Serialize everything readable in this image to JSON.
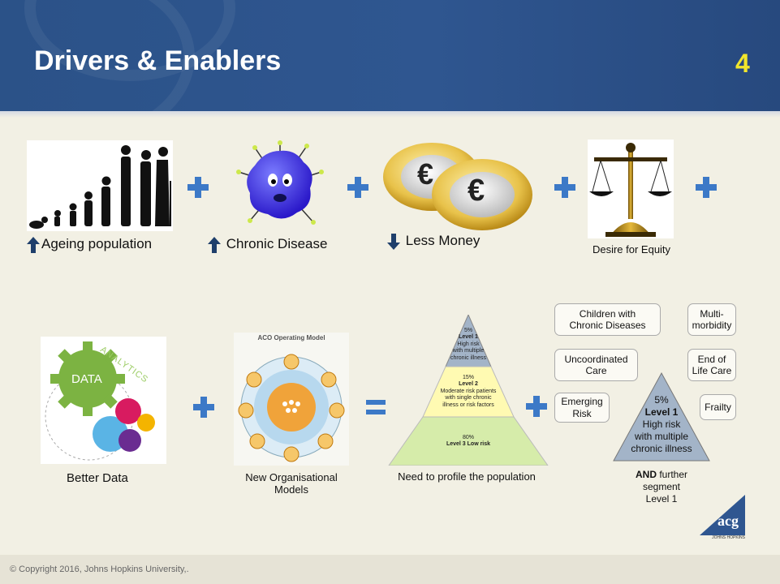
{
  "slide": {
    "title": "Drivers & Enablers",
    "number": "4",
    "copyright": "© Copyright 2016, Johns Hopkins University,."
  },
  "drivers": [
    {
      "label": "Ageing population",
      "arrow": "up"
    },
    {
      "label": "Chronic Disease",
      "arrow": "up"
    },
    {
      "label": "Less Money",
      "arrow": "down"
    },
    {
      "label": "Desire for Equity"
    }
  ],
  "coin_symbol": "€",
  "enablers": {
    "better_data": "Better Data",
    "data_gear": "DATA",
    "analytics": "ANALYTICS",
    "new_models_line1": "New Organisational",
    "new_models_line2": "Models",
    "aco_title": "ACO Operating Model",
    "profile": "Need to profile the population"
  },
  "pyramid": {
    "top": {
      "pct": "5%",
      "level": "Level 1",
      "desc1": "High risk",
      "desc2": "with multiple",
      "desc3": "chronic illness"
    },
    "middle": {
      "pct": "15%",
      "level": "Level 2",
      "desc1": "Moderate risk patients",
      "desc2": "with single chronic",
      "desc3": "illness or risk factors"
    },
    "bottom": {
      "pct": "80%",
      "level": "Level 3 Low risk"
    }
  },
  "segments": [
    {
      "line1": "Children with",
      "line2": "Chronic Diseases"
    },
    {
      "line1": "Multi-",
      "line2": "morbidity"
    },
    {
      "line1": "Uncoordinated",
      "line2": "Care"
    },
    {
      "line1": "End of",
      "line2": "Life Care"
    },
    {
      "line1": "Emerging",
      "line2": "Risk"
    },
    {
      "line1": "Frailty",
      "line2": ""
    }
  ],
  "level1_triangle": {
    "pct": "5%",
    "level": "Level 1",
    "line1": "High risk",
    "line2": "with multiple",
    "line3": "chronic illness"
  },
  "further": {
    "strong": "AND",
    "rest": " further",
    "line2": "segment",
    "line3": "Level 1"
  },
  "logo": {
    "text": "acg",
    "sub": "JOHNS HOPKINS"
  },
  "colors": {
    "header": "#2f5690",
    "accent_plus": "#3c79c7",
    "slide_number": "#f1e62c"
  }
}
